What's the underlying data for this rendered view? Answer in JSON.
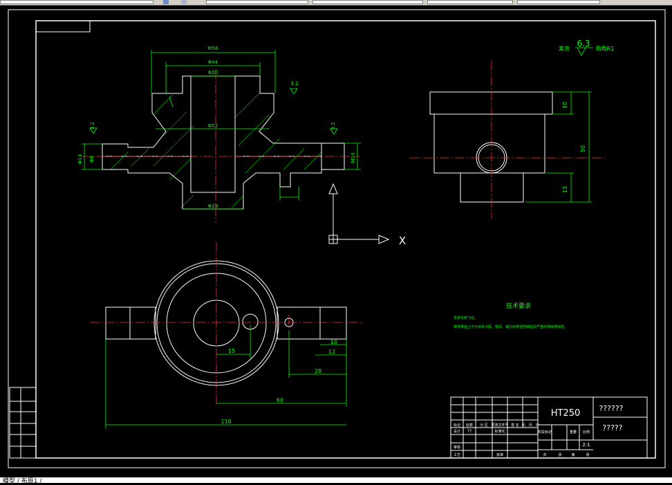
{
  "toolbar": {
    "icons": [
      "layer-icon",
      "palette-icon"
    ]
  },
  "drawing": {
    "dims": {
      "m56": "M56",
      "d44": "Φ44",
      "d20": "Φ20",
      "d52": "Φ52",
      "d28": "Φ28",
      "d14": "Φ14",
      "d8": "Φ8",
      "m14": "M14",
      "r3a": "3.2",
      "r3b": "3.2",
      "r3c": "3.2",
      "h10": "10",
      "h50": "50",
      "h13": "13",
      "l15": "15",
      "l10": "10",
      "l12": "12",
      "l28": "28",
      "l60": "60",
      "l110": "110"
    },
    "roughness": {
      "label": "其余",
      "value": "6.3",
      "note": "倒角R1"
    },
    "ucs": {
      "x": "X"
    },
    "tech": {
      "title": "技术要求",
      "line1": "去除毛刺飞边。",
      "line2": "铸件表面上不允许有冷隔、裂纹、缩孔和穿透性缺陷及严重的残缺类缺陷。"
    },
    "title_block": {
      "material": "HT250",
      "name": "??????",
      "code": "?????",
      "scale": "2:1",
      "designer": "??",
      "headers": [
        "标记",
        "处数",
        "分 区",
        "更改文件号",
        "签 名",
        "年、月、日"
      ],
      "rows": [
        "设计",
        "审核",
        "工艺"
      ],
      "std": "标准化",
      "approve": "批准",
      "stage": [
        "阶段标记",
        "重量",
        "比例"
      ],
      "sheet": [
        "共",
        "张",
        "第",
        "张"
      ]
    }
  },
  "status": {
    "text": "模型 /  布局1  /"
  }
}
